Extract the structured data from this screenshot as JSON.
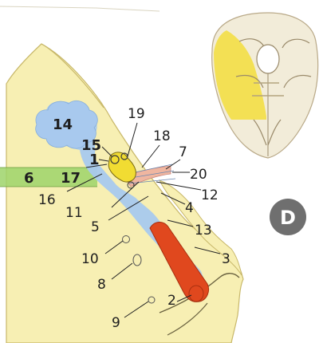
{
  "figure": {
    "panel_letter": "D",
    "labels": {
      "l1": "1",
      "l2": "2",
      "l3": "3",
      "l4": "4",
      "l5": "5",
      "l6": "6",
      "l7": "7",
      "l8": "8",
      "l9": "9",
      "l10": "10",
      "l11": "11",
      "l12": "12",
      "l13": "13",
      "l14": "14",
      "l15": "15",
      "l16": "16",
      "l17": "17",
      "l18": "18",
      "l19": "19",
      "l20": "20"
    },
    "colors": {
      "bone": "#f7efb3",
      "cavity": "#a8c9ee",
      "artery": "#e0481e",
      "muscle": "#c7dea0",
      "band": "#9ed36a",
      "ossicle": "#f1dc32",
      "nerve": "#f0b6a0",
      "skull_inset": "#f2ecd9",
      "highlight": "#f3df45",
      "badge": "#6f6f6f"
    }
  }
}
